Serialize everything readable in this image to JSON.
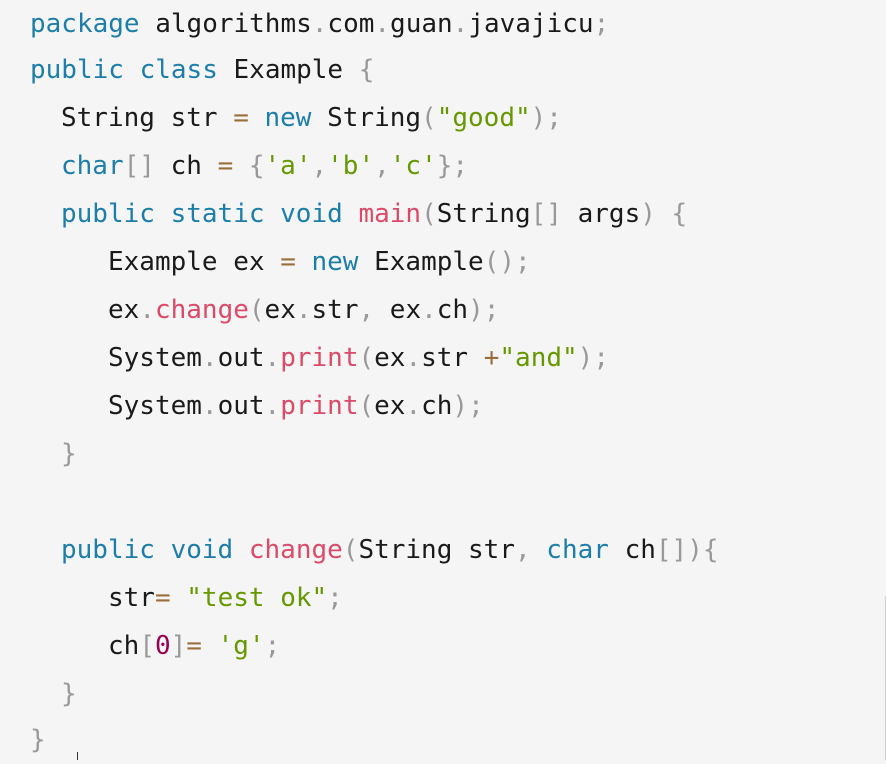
{
  "code": {
    "language": "java",
    "lines": [
      {
        "tokens": [
          [
            "kw",
            "package"
          ],
          [
            "plain",
            " algorithms"
          ],
          [
            "pn",
            "."
          ],
          [
            "plain",
            "com"
          ],
          [
            "pn",
            "."
          ],
          [
            "plain",
            "guan"
          ],
          [
            "pn",
            "."
          ],
          [
            "plain",
            "javajicu"
          ],
          [
            "pn",
            ";"
          ]
        ]
      },
      {
        "tokens": [
          [
            "kw",
            "public"
          ],
          [
            "plain",
            " "
          ],
          [
            "kw",
            "class"
          ],
          [
            "plain",
            " Example "
          ],
          [
            "pn",
            "{"
          ]
        ]
      },
      {
        "tokens": [
          [
            "plain",
            "String str "
          ],
          [
            "op",
            "="
          ],
          [
            "plain",
            " "
          ],
          [
            "kw",
            "new"
          ],
          [
            "plain",
            " String"
          ],
          [
            "pn",
            "("
          ],
          [
            "str",
            "\"good\""
          ],
          [
            "pn",
            ")"
          ],
          [
            "pn",
            ";"
          ]
        ]
      },
      {
        "tokens": [
          [
            "kw",
            "char"
          ],
          [
            "pn",
            "[]"
          ],
          [
            "plain",
            " ch "
          ],
          [
            "op",
            "="
          ],
          [
            "plain",
            " "
          ],
          [
            "pn",
            "{"
          ],
          [
            "str",
            "'a'"
          ],
          [
            "pn",
            ","
          ],
          [
            "str",
            "'b'"
          ],
          [
            "pn",
            ","
          ],
          [
            "str",
            "'c'"
          ],
          [
            "pn",
            "}"
          ],
          [
            "pn",
            ";"
          ]
        ]
      },
      {
        "tokens": [
          [
            "kw",
            "public"
          ],
          [
            "plain",
            " "
          ],
          [
            "kw",
            "static"
          ],
          [
            "plain",
            " "
          ],
          [
            "kw",
            "void"
          ],
          [
            "plain",
            " "
          ],
          [
            "fn",
            "main"
          ],
          [
            "pn",
            "("
          ],
          [
            "plain",
            "String"
          ],
          [
            "pn",
            "[]"
          ],
          [
            "plain",
            " args"
          ],
          [
            "pn",
            ")"
          ],
          [
            "plain",
            " "
          ],
          [
            "pn",
            "{"
          ]
        ]
      },
      {
        "tokens": [
          [
            "plain",
            "Example ex "
          ],
          [
            "op",
            "="
          ],
          [
            "plain",
            " "
          ],
          [
            "kw",
            "new"
          ],
          [
            "plain",
            " Example"
          ],
          [
            "pn",
            "("
          ],
          [
            "pn",
            ")"
          ],
          [
            "pn",
            ";"
          ]
        ]
      },
      {
        "tokens": [
          [
            "plain",
            "ex"
          ],
          [
            "pn",
            "."
          ],
          [
            "fn",
            "change"
          ],
          [
            "pn",
            "("
          ],
          [
            "plain",
            "ex"
          ],
          [
            "pn",
            "."
          ],
          [
            "plain",
            "str"
          ],
          [
            "pn",
            ","
          ],
          [
            "plain",
            " ex"
          ],
          [
            "pn",
            "."
          ],
          [
            "plain",
            "ch"
          ],
          [
            "pn",
            ")"
          ],
          [
            "pn",
            ";"
          ]
        ]
      },
      {
        "tokens": [
          [
            "plain",
            "System"
          ],
          [
            "pn",
            "."
          ],
          [
            "plain",
            "out"
          ],
          [
            "pn",
            "."
          ],
          [
            "fn",
            "print"
          ],
          [
            "pn",
            "("
          ],
          [
            "plain",
            "ex"
          ],
          [
            "pn",
            "."
          ],
          [
            "plain",
            "str "
          ],
          [
            "op",
            "+"
          ],
          [
            "str",
            "\"and\""
          ],
          [
            "pn",
            ")"
          ],
          [
            "pn",
            ";"
          ]
        ]
      },
      {
        "tokens": [
          [
            "plain",
            "System"
          ],
          [
            "pn",
            "."
          ],
          [
            "plain",
            "out"
          ],
          [
            "pn",
            "."
          ],
          [
            "fn",
            "print"
          ],
          [
            "pn",
            "("
          ],
          [
            "plain",
            "ex"
          ],
          [
            "pn",
            "."
          ],
          [
            "plain",
            "ch"
          ],
          [
            "pn",
            ")"
          ],
          [
            "pn",
            ";"
          ]
        ]
      },
      {
        "tokens": [
          [
            "pn",
            "}"
          ]
        ]
      },
      {
        "tokens": []
      },
      {
        "tokens": [
          [
            "kw",
            "public"
          ],
          [
            "plain",
            " "
          ],
          [
            "kw",
            "void"
          ],
          [
            "plain",
            " "
          ],
          [
            "fn",
            "change"
          ],
          [
            "pn",
            "("
          ],
          [
            "plain",
            "String str"
          ],
          [
            "pn",
            ","
          ],
          [
            "plain",
            " "
          ],
          [
            "kw",
            "char"
          ],
          [
            "plain",
            " ch"
          ],
          [
            "pn",
            "[]"
          ],
          [
            "pn",
            ")"
          ],
          [
            "pn",
            "{"
          ]
        ]
      },
      {
        "tokens": [
          [
            "plain",
            "str"
          ],
          [
            "op",
            "="
          ],
          [
            "plain",
            " "
          ],
          [
            "str",
            "\"test ok\""
          ],
          [
            "pn",
            ";"
          ]
        ]
      },
      {
        "tokens": [
          [
            "plain",
            "ch"
          ],
          [
            "pn",
            "["
          ],
          [
            "num",
            "0"
          ],
          [
            "pn",
            "]"
          ],
          [
            "op",
            "="
          ],
          [
            "plain",
            " "
          ],
          [
            "str",
            "'g'"
          ],
          [
            "pn",
            ";"
          ]
        ]
      },
      {
        "tokens": [
          [
            "pn",
            "}"
          ]
        ]
      },
      {
        "tokens": [
          [
            "pn",
            "}"
          ]
        ]
      }
    ]
  },
  "colors": {
    "background": "#f5f5f5",
    "keyword": "#1d7eaa",
    "function": "#dd4a68",
    "string": "#669900",
    "number": "#990055",
    "punctuation": "#999999",
    "operator": "#9a6e3a",
    "text": "#1a1a1a"
  }
}
